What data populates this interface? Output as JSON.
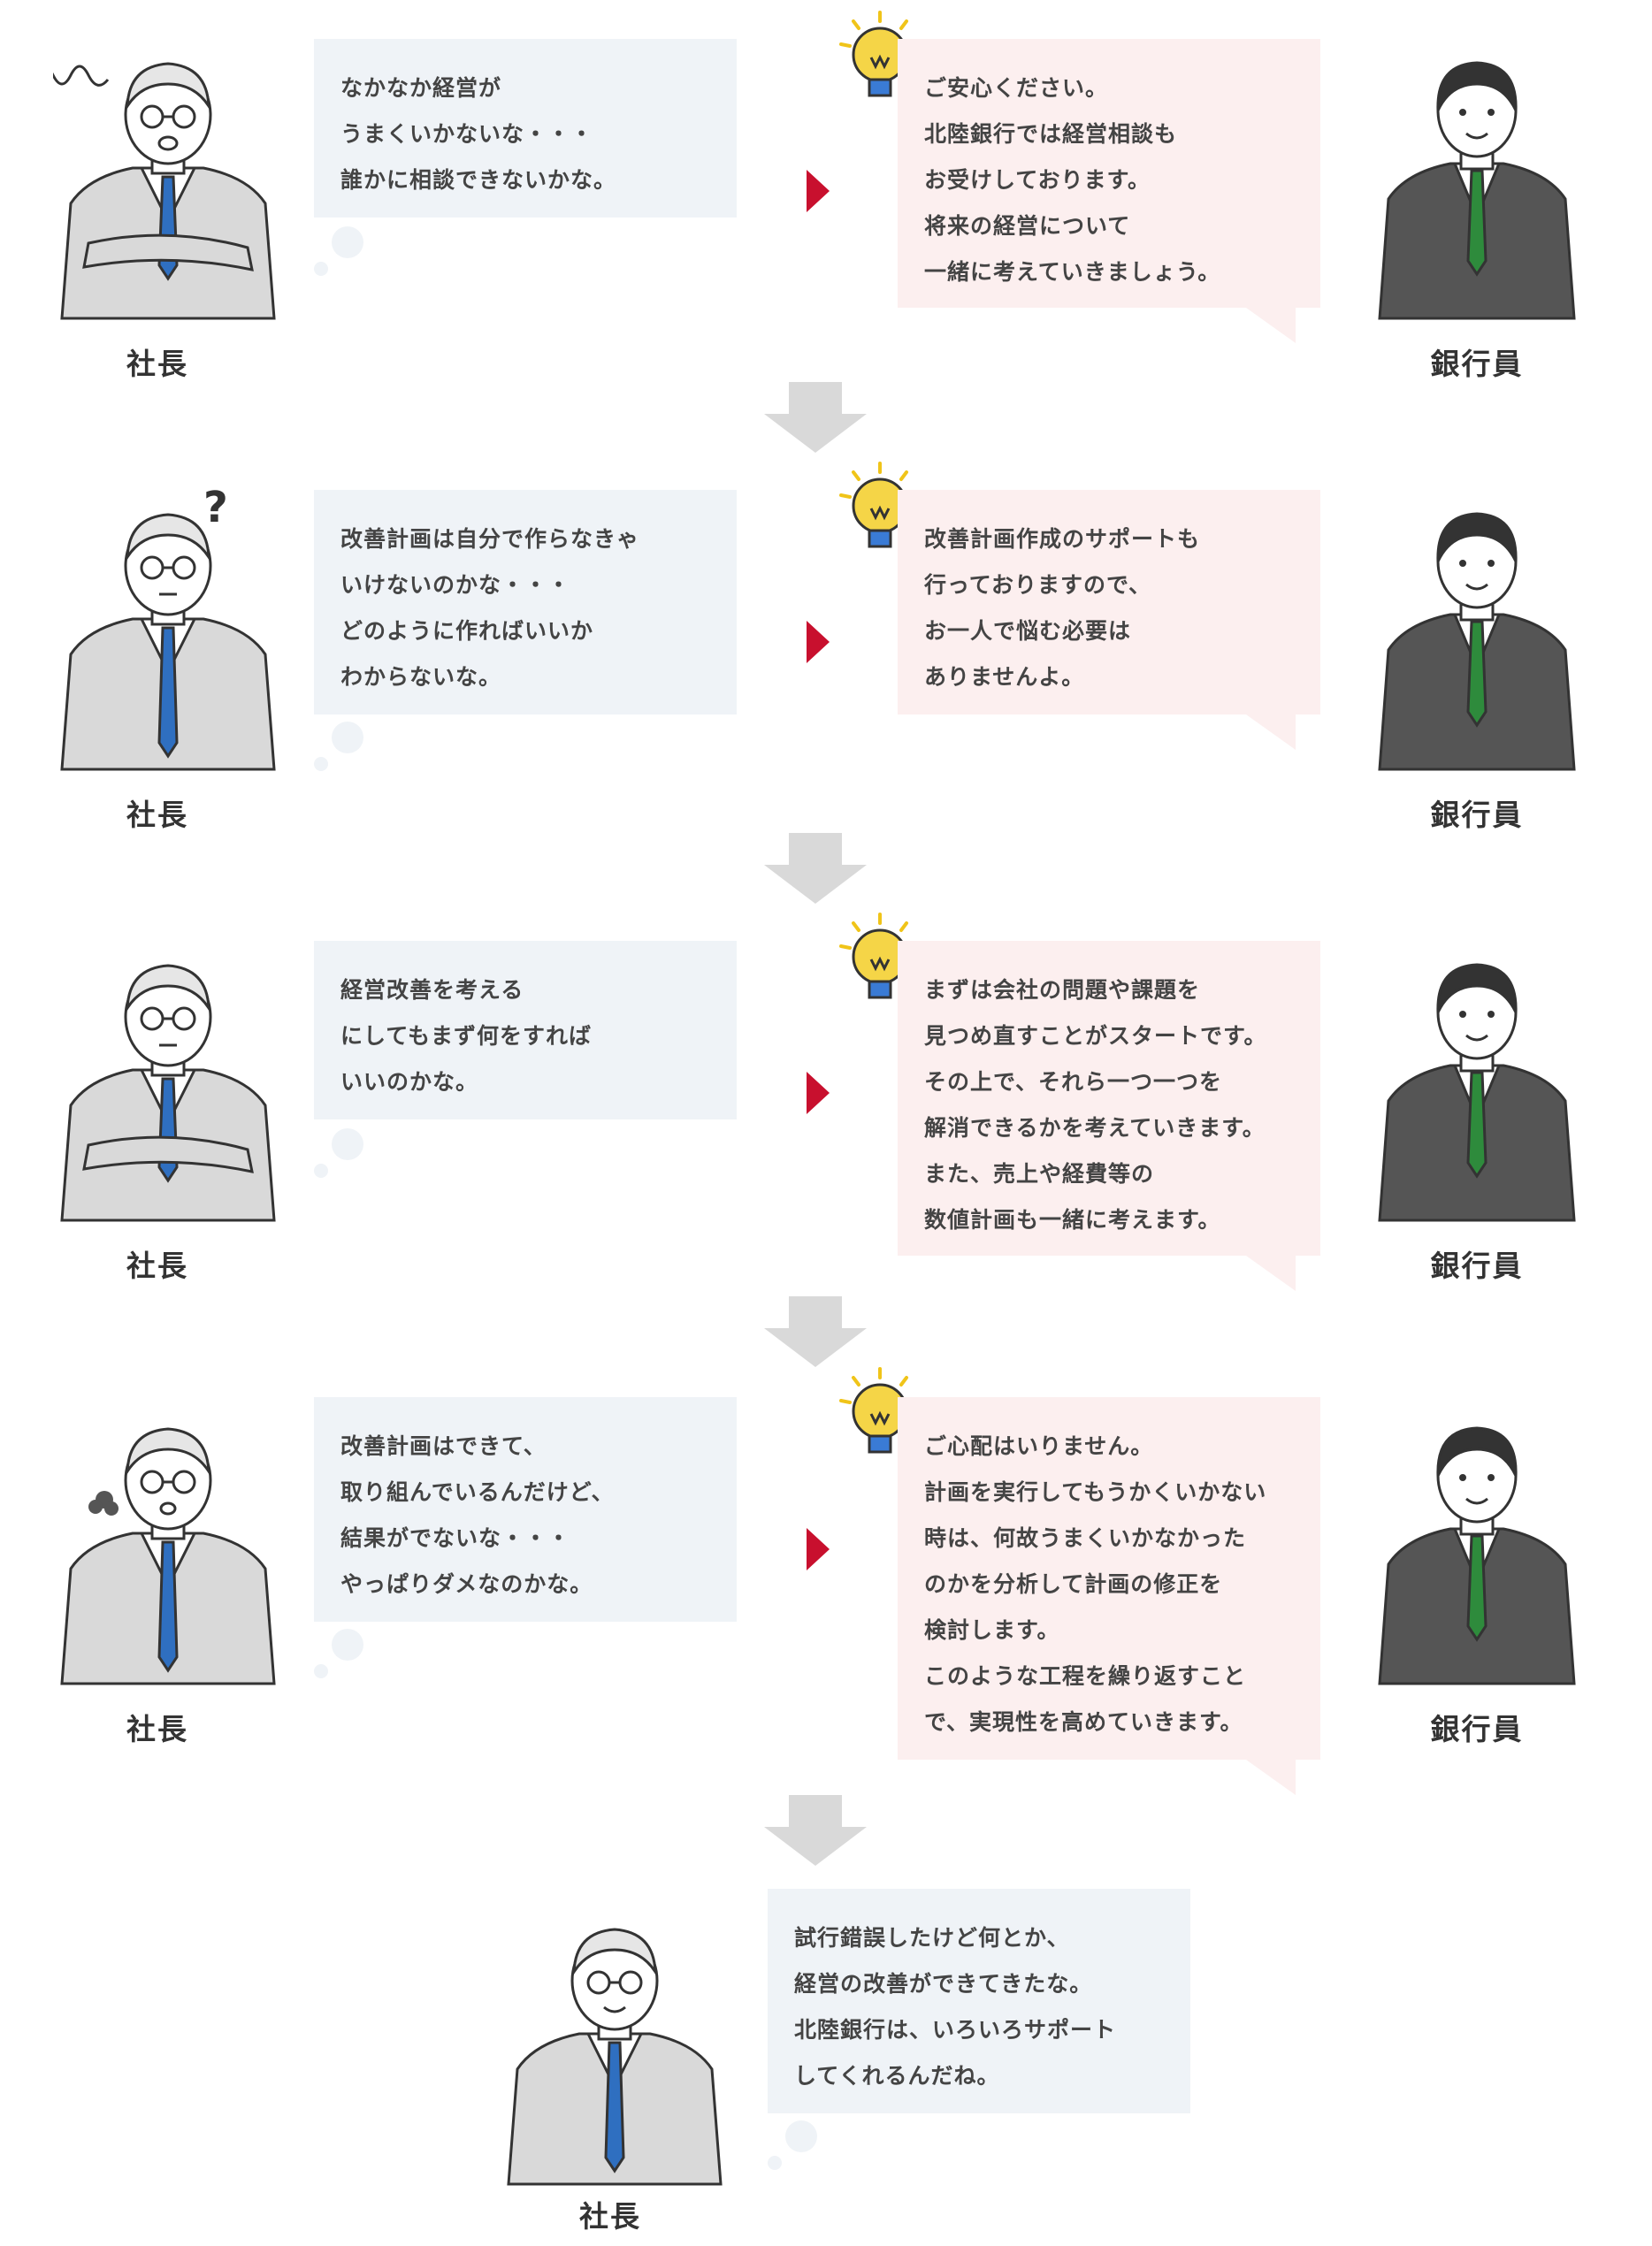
{
  "labels": {
    "president": "社長",
    "banker": "銀行員"
  },
  "rows": [
    {
      "president_lines": [
        "なかなか経営が",
        "うまくいかないな・・・",
        "誰かに相談できないかな。"
      ],
      "banker_lines": [
        "ご安心ください。",
        "北陸銀行では経営相談も",
        "お受けしております。",
        "将来の経営について",
        "一緒に考えていきましょう。"
      ]
    },
    {
      "president_lines": [
        "改善計画は自分で作らなきゃ",
        "いけないのかな・・・",
        "どのように作ればいいか",
        "わからないな。"
      ],
      "banker_lines": [
        "改善計画作成のサポートも",
        "行っておりますので、",
        "お一人で悩む必要は",
        "ありませんよ。"
      ]
    },
    {
      "president_lines": [
        "経営改善を考える",
        "にしてもまず何をすれば",
        "いいのかな。"
      ],
      "banker_lines": [
        "まずは会社の問題や課題を",
        "見つめ直すことがスタートです。",
        "その上で、それら一つ一つを",
        "解消できるかを考えていきます。",
        "また、売上や経費等の",
        "数値計画も一緒に考えます。"
      ]
    },
    {
      "president_lines": [
        "改善計画はできて、",
        "取り組んでいるんだけど、",
        "結果がでないな・・・",
        "やっぱりダメなのかな。"
      ],
      "banker_lines": [
        "ご心配はいりません。",
        "計画を実行してもうかくいかない",
        "時は、何故うまくいかなかった",
        "のかを分析して計画の修正を",
        "検討します。",
        "このような工程を繰り返すこと",
        "で、実現性を高めていきます。"
      ]
    }
  ],
  "final": {
    "president_lines": [
      "試行錯誤したけど何とか、",
      "経営の改善ができてきたな。",
      "北陸銀行は、いろいろサポート",
      "してくれるんだね。"
    ]
  },
  "colors": {
    "president_bubble": "#eff3f7",
    "banker_bubble": "#fcefef",
    "arrow_red": "#c8102e",
    "flow_arrow": "#d9d9d9",
    "bulb": "#f5d547",
    "president_tie": "#2f6fc0",
    "banker_tie": "#2e8b3c"
  },
  "icons": {
    "president_moods": [
      "worried-squiggle-icon",
      "question-mark-icon",
      "thinking-icon",
      "sigh-puff-icon",
      "relieved-icon"
    ],
    "bulb": "lightbulb-icon",
    "arrow": "red-triangle-arrow-icon",
    "flow": "down-arrow-icon"
  }
}
